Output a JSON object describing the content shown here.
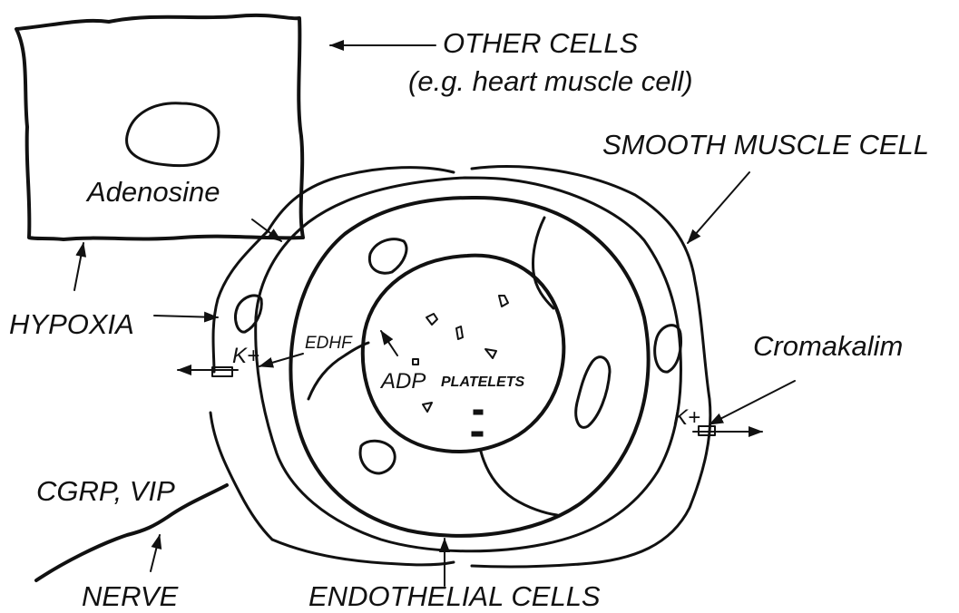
{
  "labels": {
    "other_cells": "OTHER CELLS",
    "other_cells_example": "(e.g. heart muscle cell)",
    "smooth_muscle_cell": "SMOOTH MUSCLE CELL",
    "adenosine": "Adenosine",
    "hypoxia": "HYPOXIA",
    "edhf": "EDHF",
    "k_plus_left": "K+",
    "adp": "ADP",
    "platelets": "PLATELETS",
    "cromakalim": "Cromakalim",
    "k_plus_right": "K+",
    "cgrp_vip": "CGRP, VIP",
    "nerve": "NERVE",
    "endothelial_cells": "ENDOTHELIAL CELLS"
  }
}
